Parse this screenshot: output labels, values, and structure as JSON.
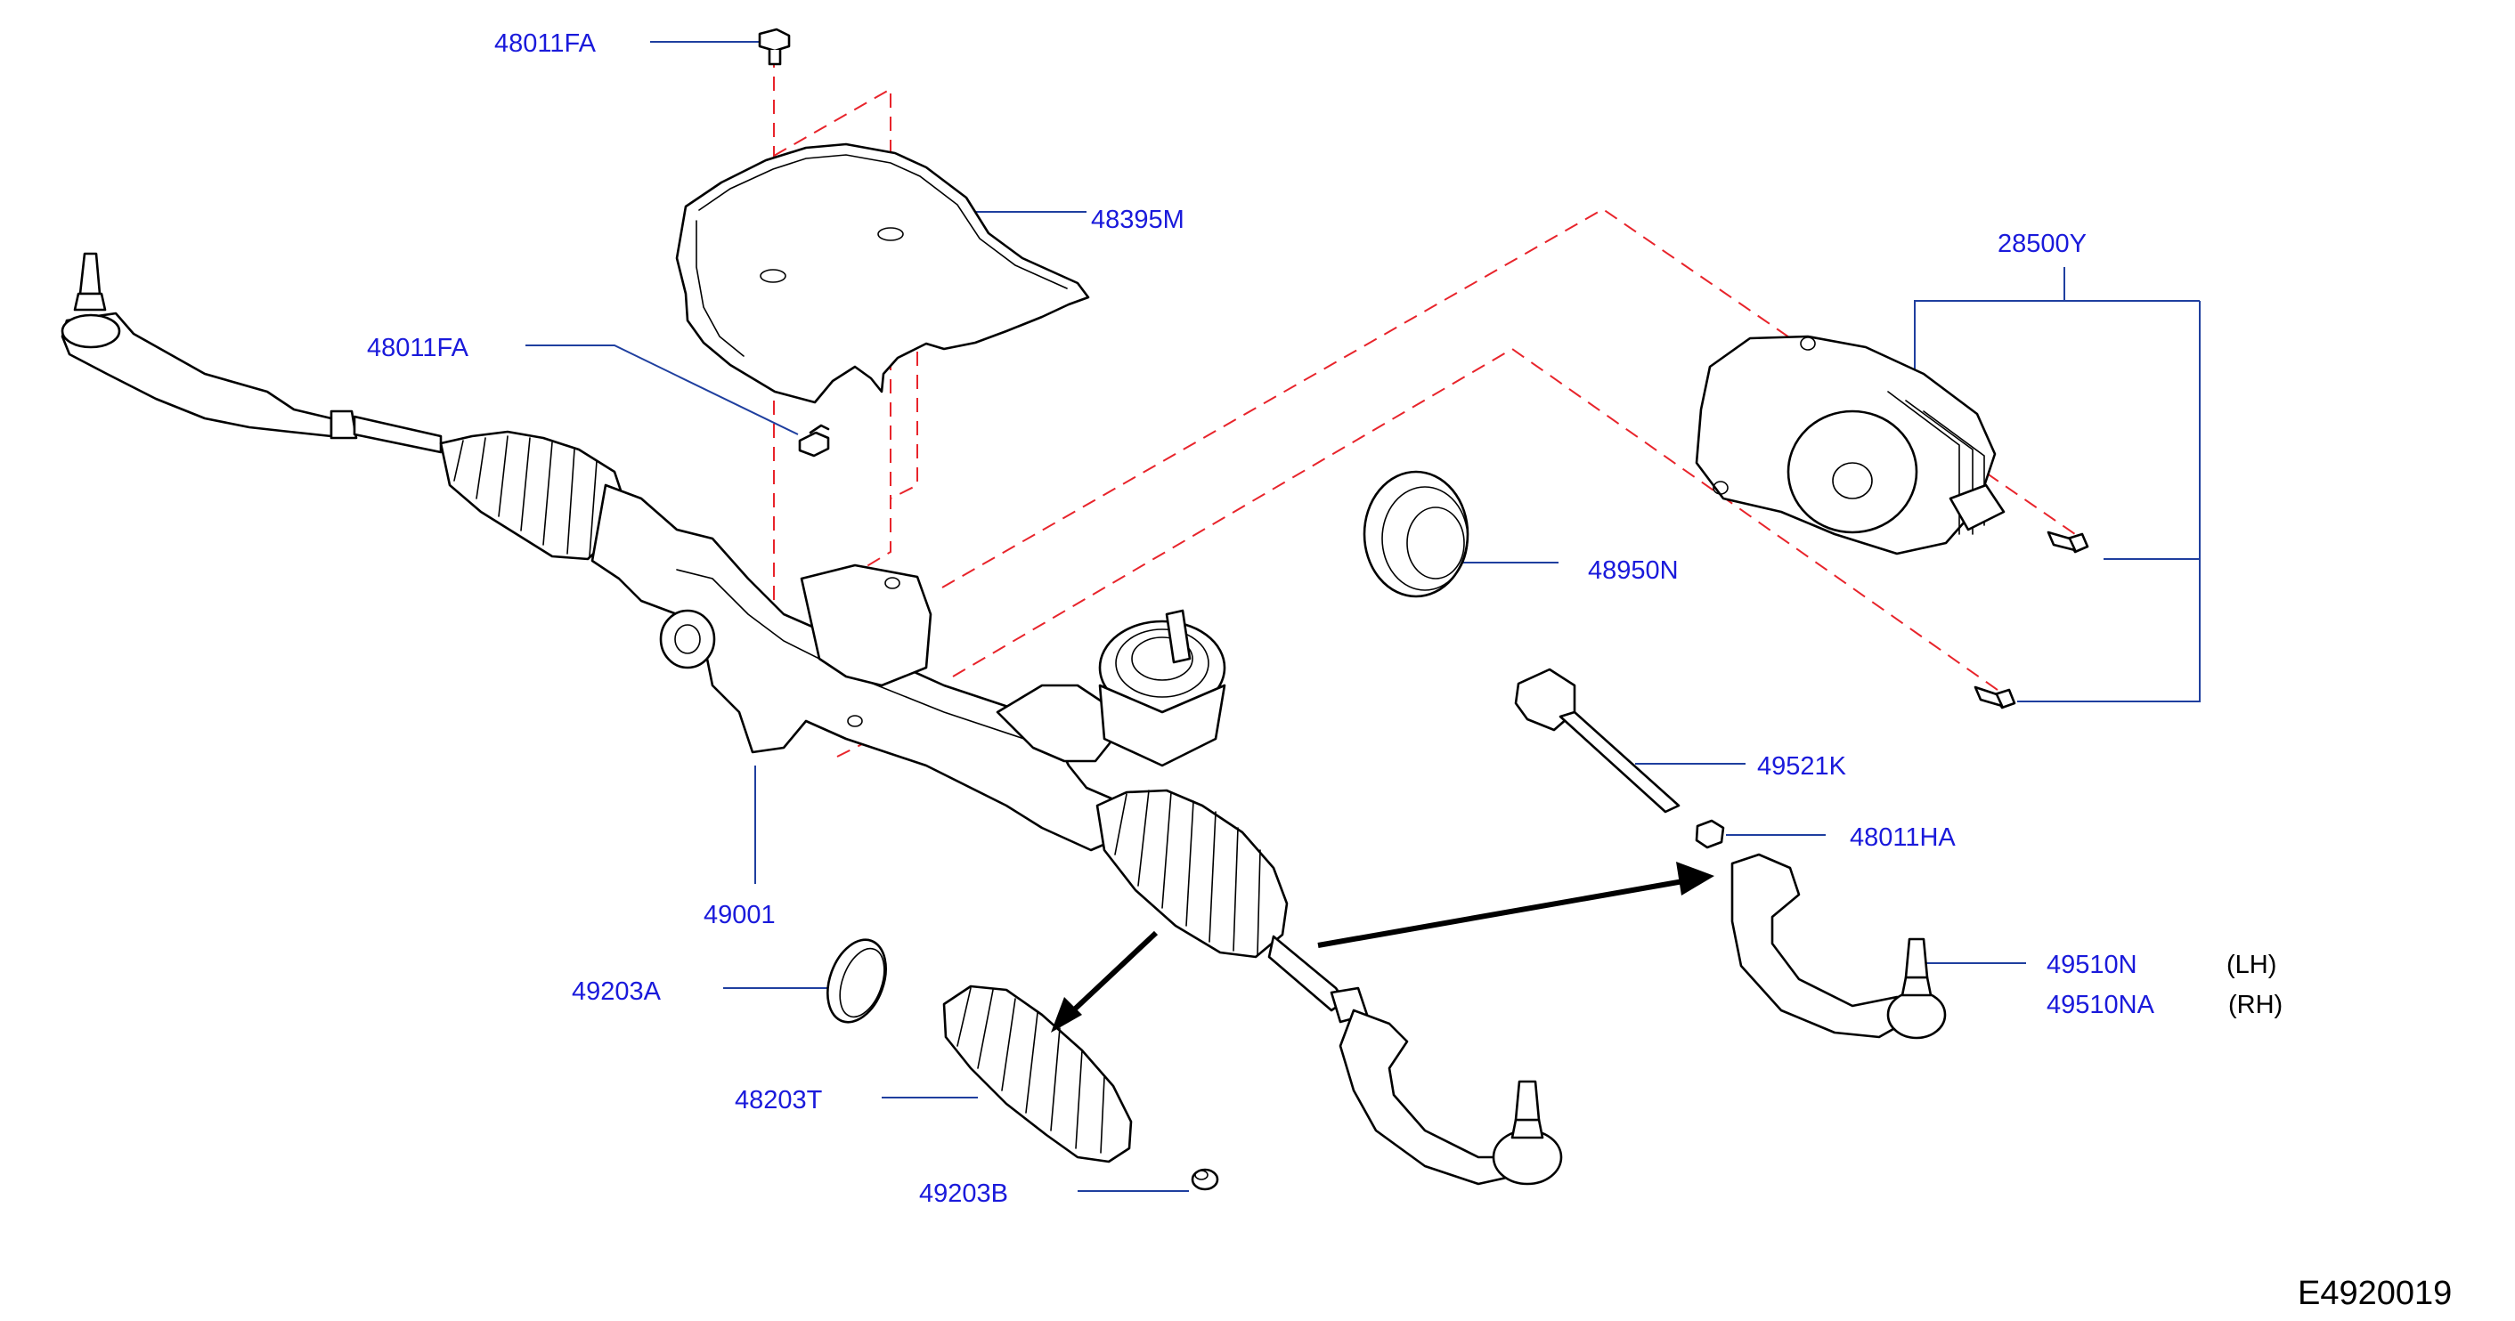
{
  "parts": {
    "p48011fa_top": "48011FA",
    "p48395m": "48395M",
    "p48011fa_mid": "48011FA",
    "p28500y": "28500Y",
    "p48950n": "48950N",
    "p49521k": "49521K",
    "p48011ha": "48011HA",
    "p49001": "49001",
    "p49203a": "49203A",
    "p48203t": "48203T",
    "p49203b": "49203B",
    "p49510n": "49510N",
    "p49510na": "49510NA",
    "side_lh": "(LH)",
    "side_rh": "(RH)"
  },
  "diagram_code": "E4920019",
  "colors": {
    "label": "#1a1adb",
    "leader": "#1f3f9f",
    "phantom_line": "#e8242b",
    "outline": "#000000"
  }
}
